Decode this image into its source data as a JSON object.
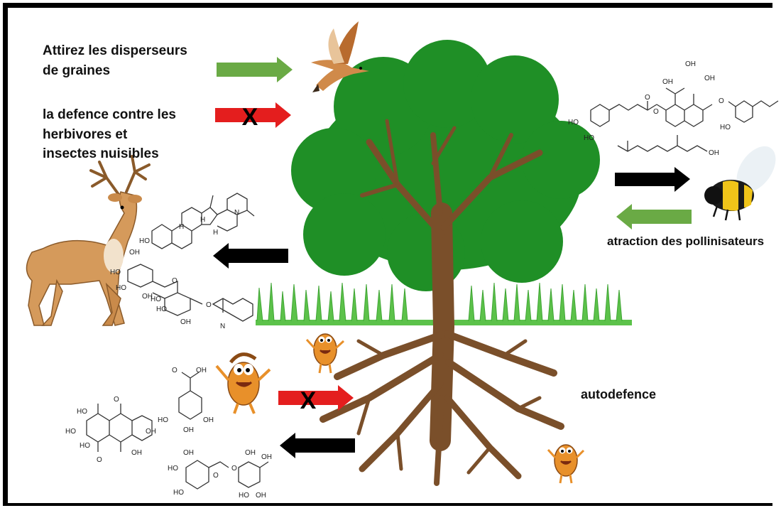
{
  "labels": {
    "seed_dispersers_line1": "Attirez les disperseurs",
    "seed_dispersers_line2": "de graines",
    "herbivore_defense_line1": "la defence contre les",
    "herbivore_defense_line2": "herbivores et",
    "herbivore_defense_line3": "insectes nuisibles",
    "pollinators": "atraction des pollinisateurs",
    "self_defense": "autodefence"
  },
  "arrows": {
    "attract_seed_dispersers": {
      "direction": "right",
      "color": "#6aaa45",
      "blocked": false
    },
    "herbivore_defense": {
      "direction": "right",
      "color": "#e41e1e",
      "blocked": true,
      "mark": "X"
    },
    "tree_to_pollinator": {
      "direction": "right",
      "color": "#000000",
      "blocked": false
    },
    "pollinator_to_tree": {
      "direction": "left",
      "color": "#6aaa45",
      "blocked": false
    },
    "tree_to_deer": {
      "direction": "left",
      "color": "#000000",
      "blocked": false
    },
    "microbe_defense": {
      "direction": "right",
      "color": "#e41e1e",
      "blocked": true,
      "mark": "X"
    },
    "roots_to_microbes": {
      "direction": "left",
      "color": "#000000",
      "blocked": false
    }
  },
  "chem_labels": {
    "oh": "OH",
    "ho": "HO",
    "o": "O",
    "h": "H",
    "n": "N"
  },
  "icons": [
    "bird-icon",
    "deer-icon",
    "bee-icon",
    "microbe-icon",
    "tree-icon",
    "grass-icon"
  ],
  "colors": {
    "canopy": "#1f8f26",
    "trunk": "#7a4f2a",
    "grass": "#5cc24a",
    "green_arrow": "#6aaa45",
    "red_arrow": "#e41e1e",
    "black_arrow": "#000000"
  }
}
